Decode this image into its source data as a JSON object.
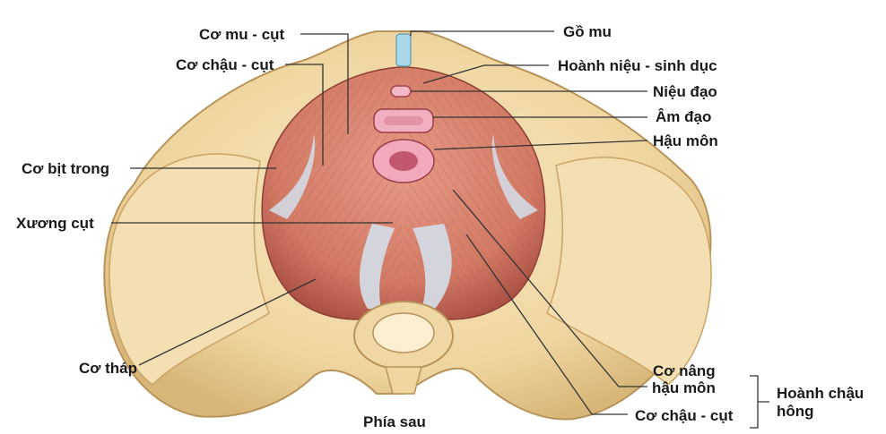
{
  "labels": {
    "pubococcygeus": "Cơ mu - cụt",
    "iliococcygeus_top": "Cơ chậu - cụt",
    "obturator_internus": "Cơ bịt trong",
    "coccyx": "Xương cụt",
    "piriformis": "Cơ tháp",
    "pubic_symphysis": "Gồ mu",
    "urogenital_diaphragm": "Hoành niệu - sinh dục",
    "urethra": "Niệu đạo",
    "vagina": "Âm đạo",
    "anus": "Hậu môn",
    "levator_ani_line1": "Cơ nâng",
    "levator_ani_line2": "hậu môn",
    "iliococcygeus_bottom": "Cơ chậu - cụt",
    "pelvic_diaphragm_line1": "Hoành chậu",
    "pelvic_diaphragm_line2": "hông",
    "posterior": "Phía sau"
  },
  "colors": {
    "bone": "#f1dba9",
    "bone_shadow": "#d9b97c",
    "muscle": "#d9836e",
    "muscle_dark": "#b95a4a",
    "tendon": "#d6dbe6",
    "line": "#333333"
  }
}
